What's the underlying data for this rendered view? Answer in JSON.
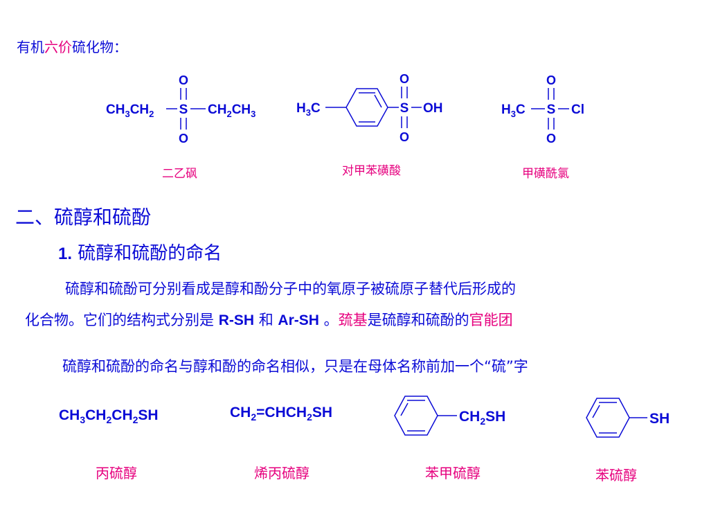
{
  "title": {
    "prefix": "有机",
    "highlight": "六价",
    "suffix": "硫化物："
  },
  "sulfides": [
    {
      "name": "二乙砜",
      "left": "CH3CH2",
      "right": "CH2CH3",
      "center": "S",
      "top": "O",
      "bottom": "O"
    },
    {
      "name": "对甲苯磺酸",
      "left": "H3C",
      "right": "OH",
      "center": "S",
      "top": "O",
      "bottom": "O"
    },
    {
      "name": "甲磺酰氯",
      "left": "H3C",
      "right": "Cl",
      "center": "S",
      "top": "O",
      "bottom": "O"
    }
  ],
  "section": {
    "heading": "二、硫醇和硫酚",
    "subheading_num": "1.",
    "subheading_text": "硫醇和硫酚的命名"
  },
  "paragraph1": {
    "line1": "硫醇和硫酚可分别看成是醇和酚分子中的氧原子被硫原子替代后形成的",
    "line2_prefix": "化合物。它们的结构式分别是",
    "r": "R-",
    "sh1": "SH",
    "and": "和",
    "ar": "Ar-",
    "sh2": "SH",
    "period": "。",
    "functional_name": "巯基",
    "middle": "是硫醇和硫酚的",
    "functional_group": "官能团"
  },
  "paragraph2": "硫醇和硫酚的命名与醇和酚的命名相似，只是在母体名称前加一个“硫”字",
  "thiols": [
    {
      "formula": "CH3CH2CH2SH",
      "name": "丙硫醇"
    },
    {
      "formula": "CH2=CHCH2SH",
      "name": "烯丙硫醇"
    },
    {
      "formula": "CH2SH",
      "name": "苯甲硫醇"
    },
    {
      "formula": "SH",
      "name": "苯硫醇"
    }
  ]
}
